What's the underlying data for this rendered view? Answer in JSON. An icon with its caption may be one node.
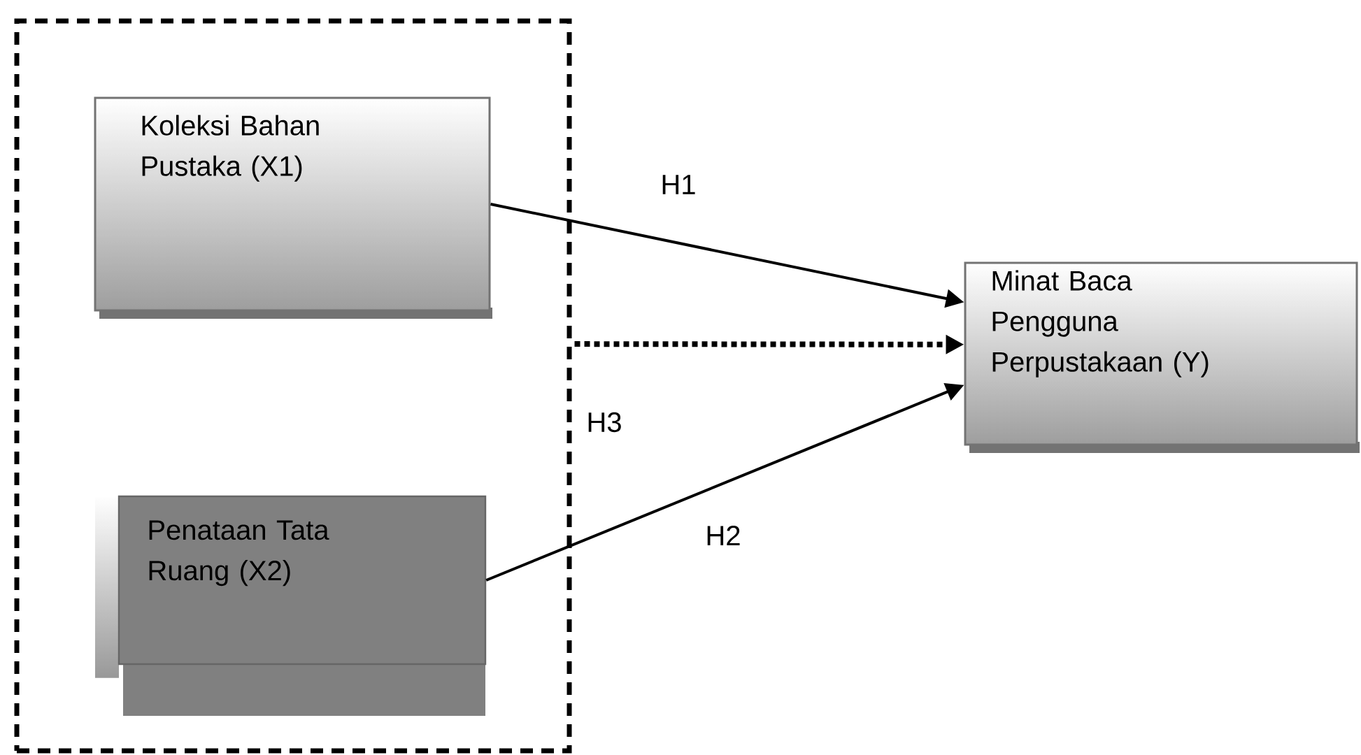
{
  "diagram": {
    "nodes": [
      {
        "text": [],
        "shape": "box"
      },
      {
        "text": [
          "Koleksi  Bahan Pustaka (X1)"
        ],
        "in": 0
      },
      {
        "text": [
          "Penataan Tata Ruang (X2)"
        ],
        "in": 0
      },
      {
        "text": [
          "Minat Baca Pengguna Perpustakaan (Y)"
        ]
      }
    ],
    "edges": [
      {
        "from": 1,
        "to": 3,
        "arrow": "to",
        "label": "H1"
      },
      {
        "from": 0,
        "to": 3,
        "arrow": "to",
        "label": "H3",
        "style": "dashed"
      },
      {
        "from": 2,
        "to": 3,
        "arrow": "to",
        "label": "H2"
      }
    ]
  }
}
